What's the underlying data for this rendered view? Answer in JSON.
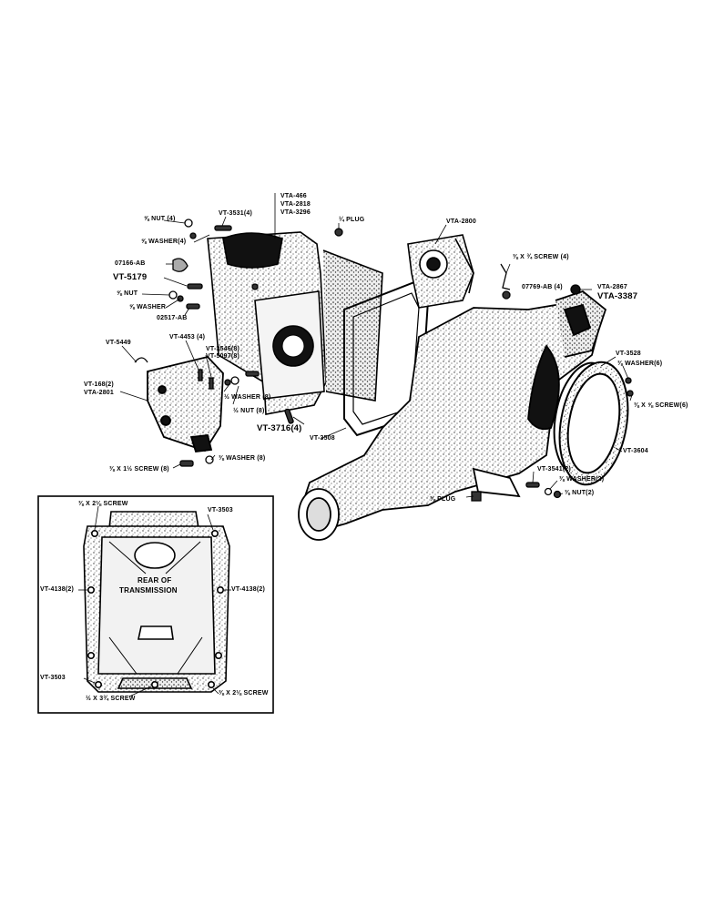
{
  "labels": {
    "nut4": "⅝ NUT (4)",
    "vt3531": "VT-3531(4)",
    "vta466": "VTA-466",
    "vta2818": "VTA-2818",
    "vta3296": "VTA-3296",
    "plug_top": "¼ PLUG",
    "vta2800": "VTA-2800",
    "washer4": "⅝ WASHER(4)",
    "a07166": "07166-AB",
    "vt5179": "VT-5179",
    "nut_left": "⅝ NUT",
    "washer_left": "⅝ WASHER",
    "a02517": "02517-AB",
    "screw4": "⅜ X ¾ SCREW (4)",
    "a07769": "07769-AB (4)",
    "vta2867": "VTA-2867",
    "vta3387": "VTA-3387",
    "vt5449": "VT-5449",
    "vt4453": "VT-4453 (4)",
    "vt3546": "VT-3546(8)",
    "vt5097": "VT-5097(8)",
    "vt3528": "VT-3528",
    "washer6": "⅜ WASHER(6)",
    "vt168": "VT-168(2)",
    "vta2801": "VTA-2801",
    "washer8": "½ WASHER (8)",
    "nut8": "½ NUT (8)",
    "screw6": "⅜ X ⅝ SCREW(6)",
    "vt3716": "VT-3716(4)",
    "vt3508": "VT-3508",
    "vt3604": "VT-3604",
    "screw8": "⅜ X 1½ SCREW (8)",
    "washer8b": "⅜ WASHER (8)",
    "vt3541": "VT-3541(2)",
    "washer2": "⅜ WASHER(2)",
    "plug_bottom": "⅜ PLUG",
    "nut2": "⅜ NUT(2)"
  },
  "inset": {
    "title_line1": "REAR OF",
    "title_line2": "TRANSMISSION",
    "screw_top": "⅜ X 2⅛ SCREW",
    "vt3503_top": "VT-3503",
    "vt4138_left": "VT-4138(2)",
    "vt4138_right": "VT-4138(2)",
    "vt3503_bottom": "VT-3503",
    "screw_bottom_left": "½ X 3¾ SCREW",
    "screw_bottom_right": "⅜ X 2⅛ SCREW"
  }
}
